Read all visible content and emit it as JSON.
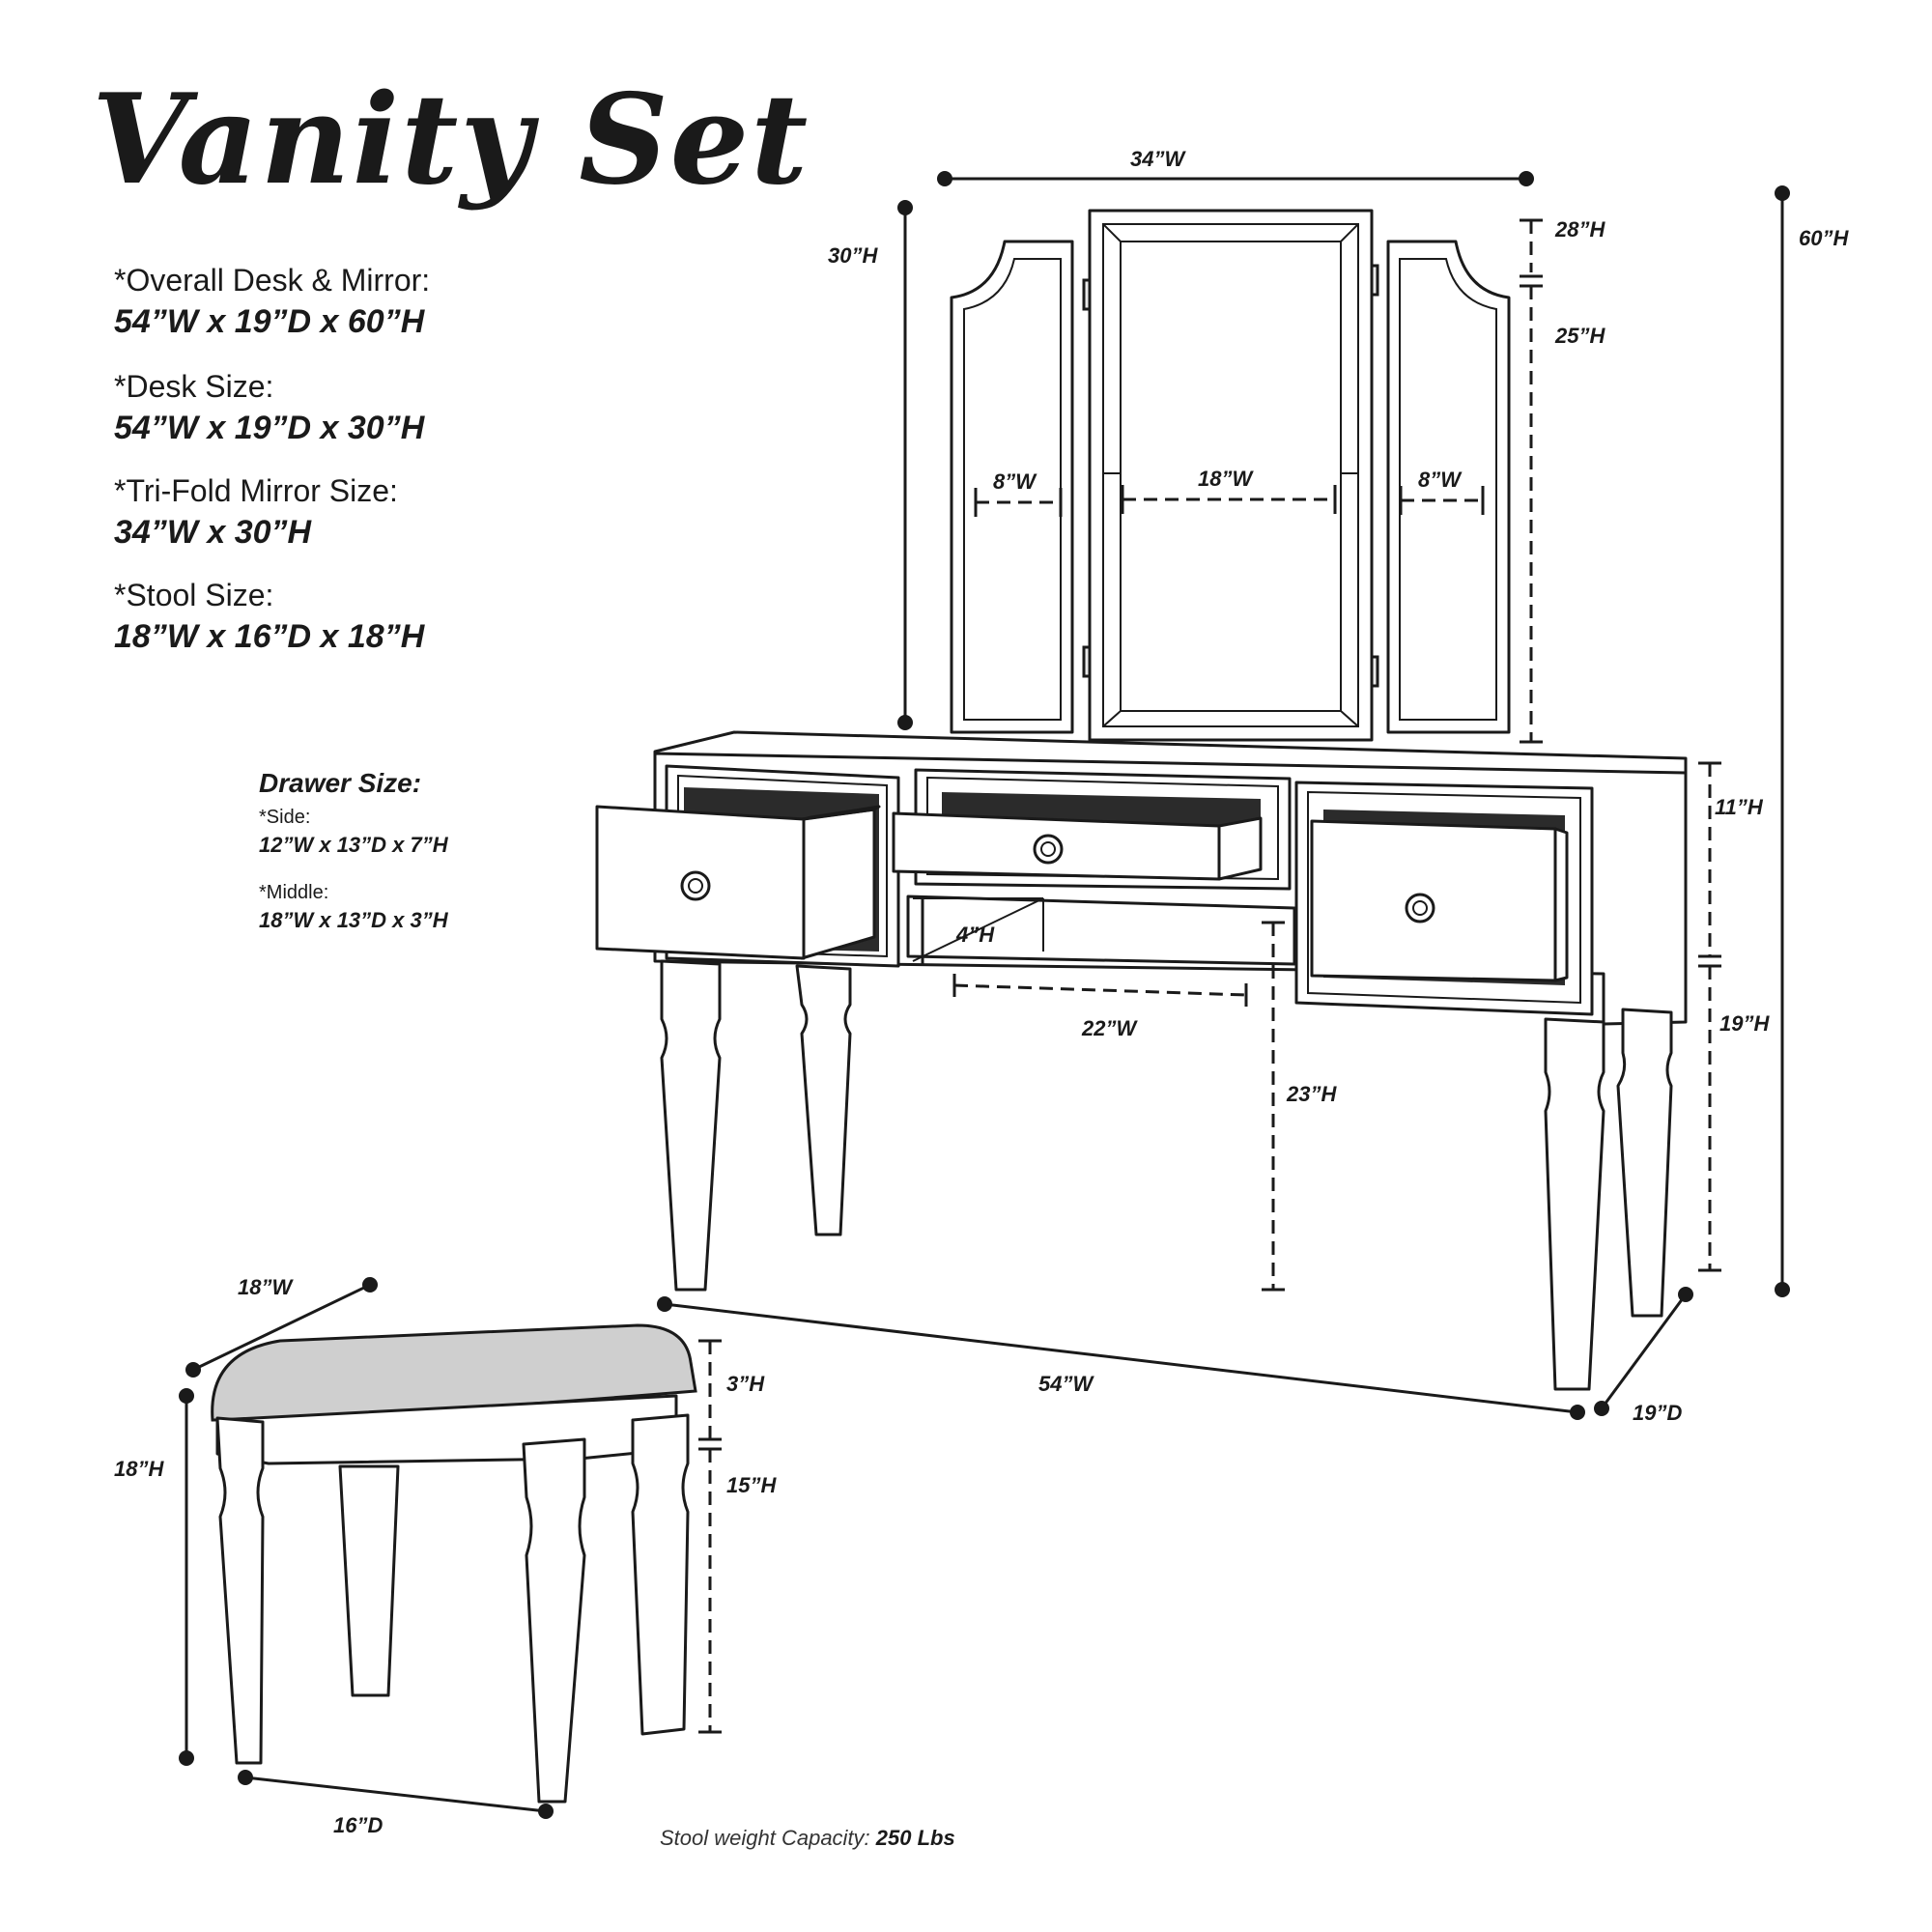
{
  "title": "Vanity Set",
  "specs": [
    {
      "label": "*Overall Desk & Mirror:",
      "value": "54”W x 19”D x 60”H"
    },
    {
      "label": "*Desk Size:",
      "value": "54”W x 19”D x 30”H"
    },
    {
      "label": "*Tri-Fold Mirror  Size:",
      "value": "34”W x 30”H"
    },
    {
      "label": "*Stool Size:",
      "value": "18”W x 16”D x 18”H"
    }
  ],
  "drawer": {
    "title": "Drawer Size:",
    "side_label": "*Side:",
    "side_value": "12”W x 13”D x 7”H",
    "middle_label": "*Middle:",
    "middle_value": "18”W x 13”D x 3”H"
  },
  "dimensions": {
    "mirror_width": "34”W",
    "mirror_height": "30”H",
    "overall_height": "60”H",
    "mirror_center_top": "28”H",
    "mirror_side_height": "25”H",
    "left_panel_width": "8”W",
    "center_panel_width": "18”W",
    "right_panel_width": "8”W",
    "desk_top_height": "11”H",
    "desk_leg_height": "19”H",
    "knee_height": "23”H",
    "knee_gap": "4”H",
    "knee_width": "22”W",
    "desk_width": "54”W",
    "desk_depth": "19”D",
    "stool_width": "18”W",
    "stool_height": "18”H",
    "stool_seat": "3”H",
    "stool_leg": "15”H",
    "stool_depth": "16”D"
  },
  "capacity": {
    "label": "Stool weight Capacity:",
    "value": "250 Lbs"
  }
}
